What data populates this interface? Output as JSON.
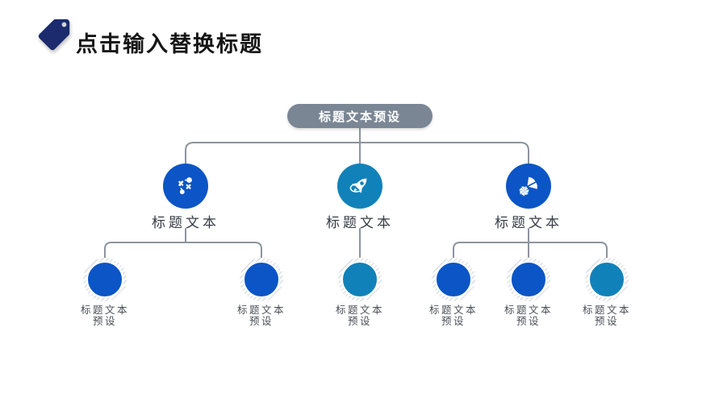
{
  "header": {
    "title": "点击输入替换标题",
    "tag_icon": "tag-icon"
  },
  "tree": {
    "root_label": "标题文本预设",
    "branches": [
      {
        "label": "标题文本",
        "icon": "strategy-icon",
        "color": "#0B55C6",
        "children": [
          {
            "label": "标题文本预设",
            "color": "#0B55C6"
          },
          {
            "label": "标题文本预设",
            "color": "#0B55C6"
          }
        ]
      },
      {
        "label": "标题文本",
        "icon": "rocket-icon",
        "color": "#1082B9",
        "children": [
          {
            "label": "标题文本预设",
            "color": "#1082B9"
          }
        ]
      },
      {
        "label": "标题文本",
        "icon": "firework-icon",
        "color": "#0B55C6",
        "children": [
          {
            "label": "标题文本预设",
            "color": "#0B55C6"
          },
          {
            "label": "标题文本预设",
            "color": "#0B55C6"
          },
          {
            "label": "标题文本预设",
            "color": "#1082B9"
          }
        ]
      }
    ]
  },
  "colors": {
    "tag_navy": "#1B2B6D",
    "pill_gray": "#7B8695",
    "line_gray": "#8C949E"
  }
}
